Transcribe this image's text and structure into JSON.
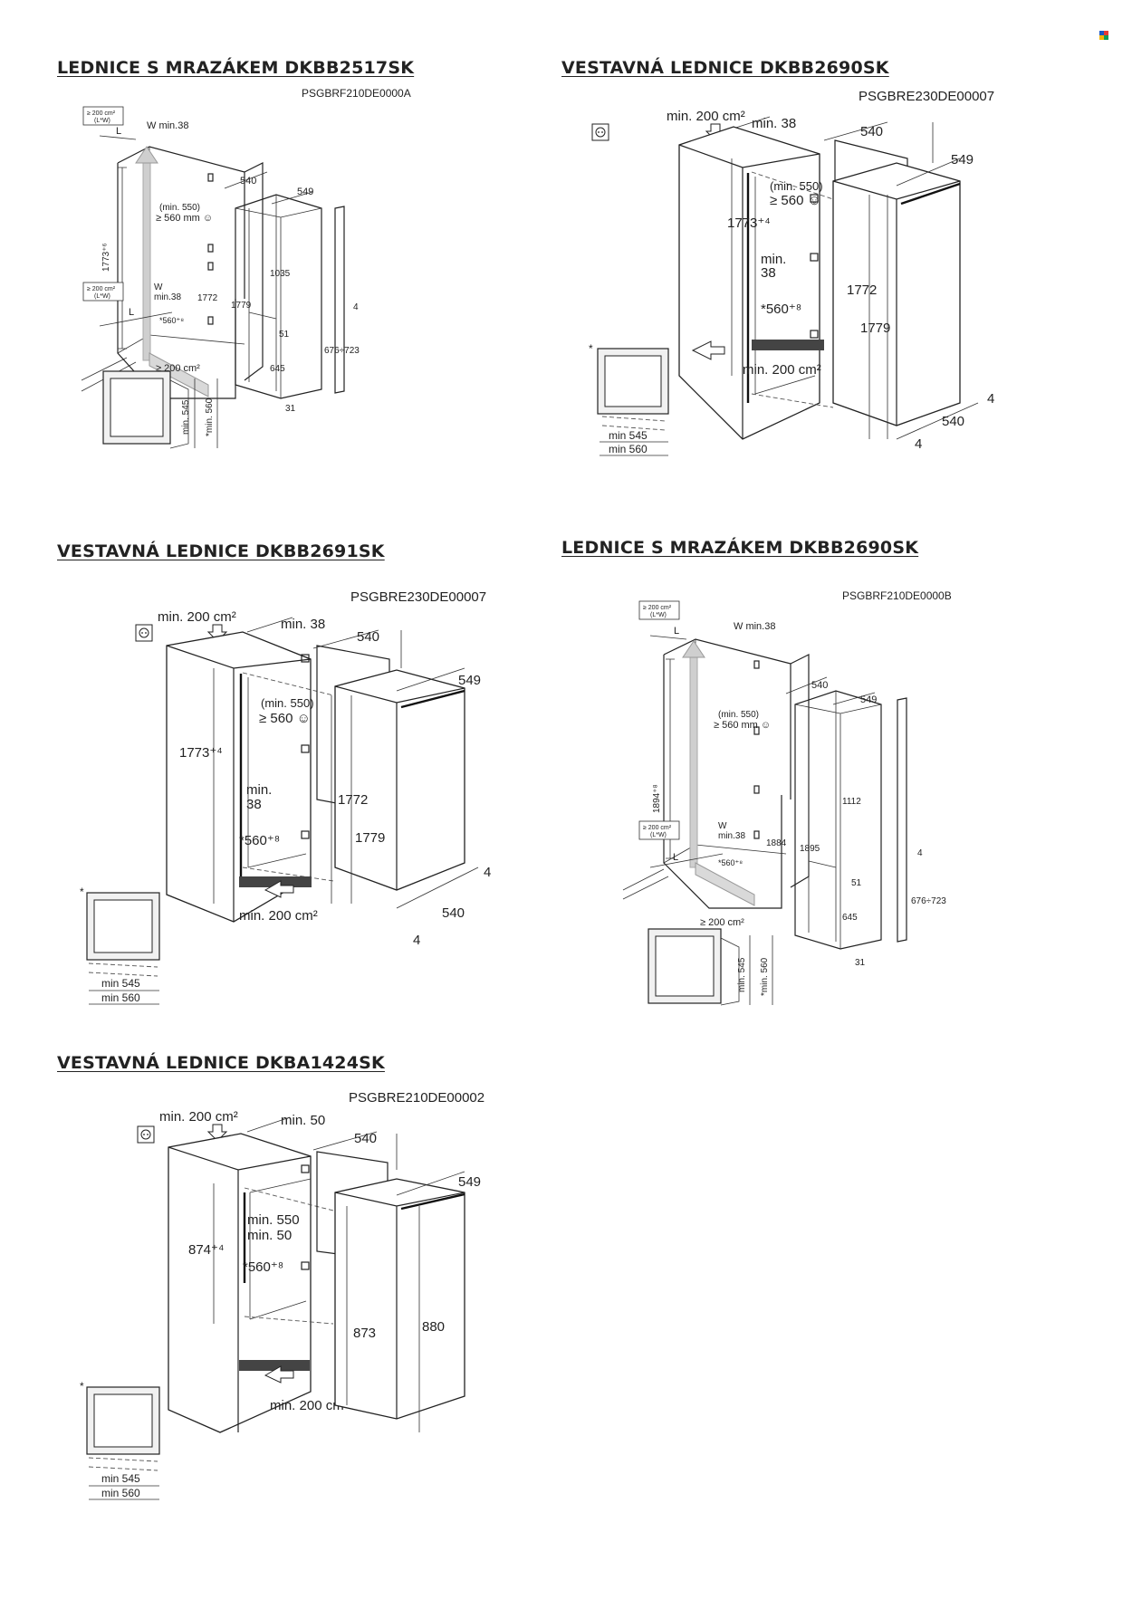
{
  "brand": {
    "logo_colors": [
      "#1a56c4",
      "#e53935",
      "#f4b400",
      "#0f9d58"
    ]
  },
  "sections": [
    {
      "title": "LEDNICE S MRAZÁKEM DKBB2517SK",
      "code": "PSGBRF210DE0000A",
      "labels": {
        "vent_top": "≥ 200 cm²",
        "vent_top_sub": "(L*W)",
        "w_top": "W min.38",
        "l_top": "L",
        "depth_540": "540",
        "depth_549": "549",
        "height_niche": "1773⁺⁶",
        "min_550": "(min. 550)",
        "min_560": "≥ 560 mm ☺",
        "h1035": "1035",
        "h1772": "1772",
        "h1779": "1779",
        "vent_mid": "≥ 200 cm²",
        "vent_mid_sub": "(L*W)",
        "w_mid": "W",
        "w_mid2": "min.38",
        "l_mid": "L",
        "w560": "*560⁺⁸",
        "h51": "51",
        "h645": "645",
        "h4": "4",
        "h676": "676÷723",
        "vent_bottom": "≥ 200 cm²",
        "h31": "31",
        "min545": "min. 545",
        "min560": "*min. 560"
      }
    },
    {
      "title": "VESTAVNÁ LEDNICE DKBB2690SK",
      "code": "PSGBRE230DE00007",
      "labels": {
        "vent_top": "min. 200 cm²",
        "min38_top": "min. 38",
        "d540": "540",
        "d549": "549",
        "min550": "(min. 550)",
        "min560": "≥ 560 ☺",
        "h1773": "1773⁺⁴",
        "min38": "min.",
        "min38b": "38",
        "w560": "*560⁺⁸",
        "h1772": "1772",
        "h1779": "1779",
        "vent_bottom": "min. 200 cm²",
        "b540": "540",
        "b4a": "4",
        "b4b": "4",
        "star": "*",
        "min545": "min 545",
        "min560b": "min 560"
      }
    },
    {
      "title": "VESTAVNÁ LEDNICE DKBB2691SK",
      "code": "PSGBRE230DE00007",
      "labels": {
        "vent_top": "min. 200 cm²",
        "min38_top": "min. 38",
        "d540": "540",
        "d549": "549",
        "min550": "(min. 550)",
        "min560": "≥ 560 ☺",
        "h1773": "1773⁺⁴",
        "min38": "min.",
        "min38b": "38",
        "w560": "*560⁺⁸",
        "h1772": "1772",
        "h1779": "1779",
        "vent_bottom": "min. 200 cm²",
        "b540": "540",
        "b4a": "4",
        "b4b": "4",
        "star": "*",
        "min545": "min 545",
        "min560b": "min 560"
      }
    },
    {
      "title": "LEDNICE S MRAZÁKEM DKBB2690SK",
      "code": "PSGBRF210DE0000B",
      "labels": {
        "vent_top": "≥ 200 cm²",
        "vent_top_sub": "(L*W)",
        "w_top": "W min.38",
        "l_top": "L",
        "depth_540": "540",
        "depth_549": "549",
        "height_niche": "1894⁺⁸",
        "min_550": "(min. 550)",
        "min_560": "≥ 560 mm ☺",
        "h1112": "1112",
        "h1884": "1884",
        "h1895": "1895",
        "vent_mid": "≥ 200 cm²",
        "vent_mid_sub": "(L*W)",
        "w_mid": "W",
        "w_mid2": "min.38",
        "l_mid": "L",
        "w560": "*560⁺⁸",
        "h51": "51",
        "h645": "645",
        "h4": "4",
        "h676": "676÷723",
        "vent_bottom": "≥ 200 cm²",
        "h31": "31",
        "min545": "min. 545",
        "min560": "*min. 560"
      }
    },
    {
      "title": "VESTAVNÁ LEDNICE DKBA1424SK",
      "code": "PSGBRE210DE00002",
      "labels": {
        "vent_top": "min. 200 cm²",
        "min50_top": "min. 50",
        "d540": "540",
        "d549": "549",
        "min550": "min. 550",
        "min50": "min. 50",
        "h874": "874⁺⁴",
        "w560": "*560⁺⁸",
        "h873": "873",
        "h880": "880",
        "vent_bottom": "min. 200 cm²",
        "star": "*",
        "min545": "min 545",
        "min560b": "min 560"
      }
    }
  ]
}
